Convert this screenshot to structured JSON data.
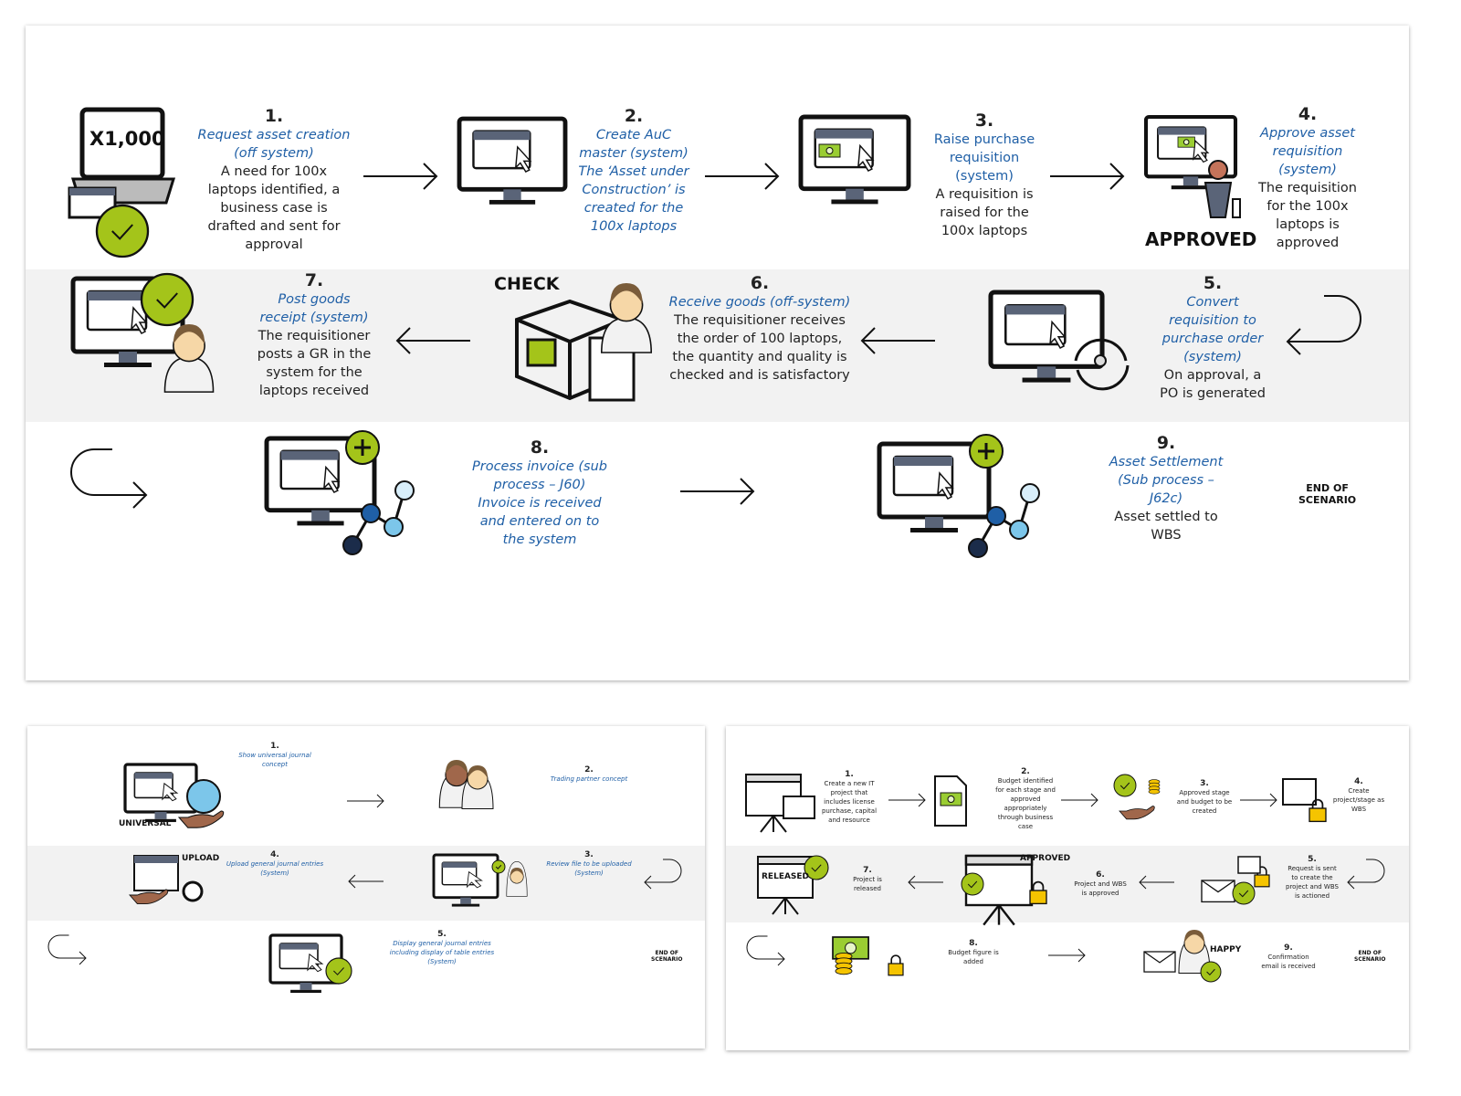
{
  "colors": {
    "accent_green": "#a4c41a",
    "title_blue": "#1f5fa6",
    "band_gray": "#f2f2f2",
    "screen_header": "#5a6478",
    "lock_yellow": "#f5c400"
  },
  "main": {
    "steps": [
      {
        "num": "1.",
        "title": "Request asset creation\n(off system)",
        "desc": "A need for 100x\nlaptops identified, a\nbusiness case is\ndrafted and sent for\napproval"
      },
      {
        "num": "2.",
        "title": "Create AuC\nmaster (system)\nThe ‘Asset under\nConstruction’ is\ncreated for the\n100x laptops",
        "desc": ""
      },
      {
        "num": "3.",
        "title": "Raise purchase\nrequisition\n(system)",
        "desc": "A requisition is\nraised for the\n100x laptops",
        "plain": true
      },
      {
        "num": "4.",
        "title": "Approve asset\nrequisition\n(system)",
        "desc": "The requisition\nfor the 100x\nlaptops is\napproved"
      },
      {
        "num": "5.",
        "title": "Convert\nrequisition to\npurchase order\n(system)",
        "desc": "On approval, a\nPO is generated"
      },
      {
        "num": "6.",
        "title": "Receive goods (off-system)",
        "desc": "The requisitioner receives\nthe order of 100 laptops,\nthe quantity and quality is\nchecked and is satisfactory"
      },
      {
        "num": "7.",
        "title": "Post goods\nreceipt (system)",
        "desc": "The requisitioner\nposts a GR in the\nsystem for the\nlaptops received"
      },
      {
        "num": "8.",
        "title": "Process invoice (sub\nprocess – J60)\nInvoice is received\nand entered on to\nthe system",
        "desc": ""
      },
      {
        "num": "9.",
        "title": "Asset Settlement\n(Sub process –\nJ62c)",
        "desc": "Asset settled to\nWBS"
      }
    ],
    "end": "END OF\nSCENARIO",
    "labels": {
      "amount": "X1,000",
      "approved": "APPROVED",
      "check": "CHECK"
    }
  },
  "journal": {
    "steps": [
      {
        "num": "1.",
        "title": "Show universal journal\nconcept"
      },
      {
        "num": "2.",
        "title": "Trading partner concept"
      },
      {
        "num": "3.",
        "title": "Review file to be uploaded\n(System)"
      },
      {
        "num": "4.",
        "title": "Upload general journal entries\n(System)"
      },
      {
        "num": "5.",
        "title": "Display general journal entries\nincluding display of table entries\n(System)"
      }
    ],
    "end": "END OF\nSCENARIO",
    "labels": {
      "universal": "UNIVERSAL",
      "upload": "UPLOAD"
    }
  },
  "project": {
    "steps": [
      {
        "num": "1.",
        "desc": "Create a new IT\nproject that\nincludes license\npurchase, capital\nand resource"
      },
      {
        "num": "2.",
        "desc": "Budget identified\nfor each stage and\napproved\nappropriately\nthrough business\ncase"
      },
      {
        "num": "3.",
        "desc": "Approved stage\nand budget to be\ncreated"
      },
      {
        "num": "4.",
        "desc": "Create\nproject/stage as\nWBS"
      },
      {
        "num": "5.",
        "desc": "Request is sent\nto create the\nproject and WBS\nis actioned"
      },
      {
        "num": "6.",
        "desc": "Project and WBS\nis approved"
      },
      {
        "num": "7.",
        "desc": "Project is\nreleased"
      },
      {
        "num": "8.",
        "desc": "Budget figure is\nadded"
      },
      {
        "num": "9.",
        "desc": "Confirmation\nemail is received"
      }
    ],
    "end": "END OF\nSCENARIO",
    "labels": {
      "approved": "APPROVED",
      "released": "RELEASED",
      "happy": "HAPPY"
    }
  }
}
